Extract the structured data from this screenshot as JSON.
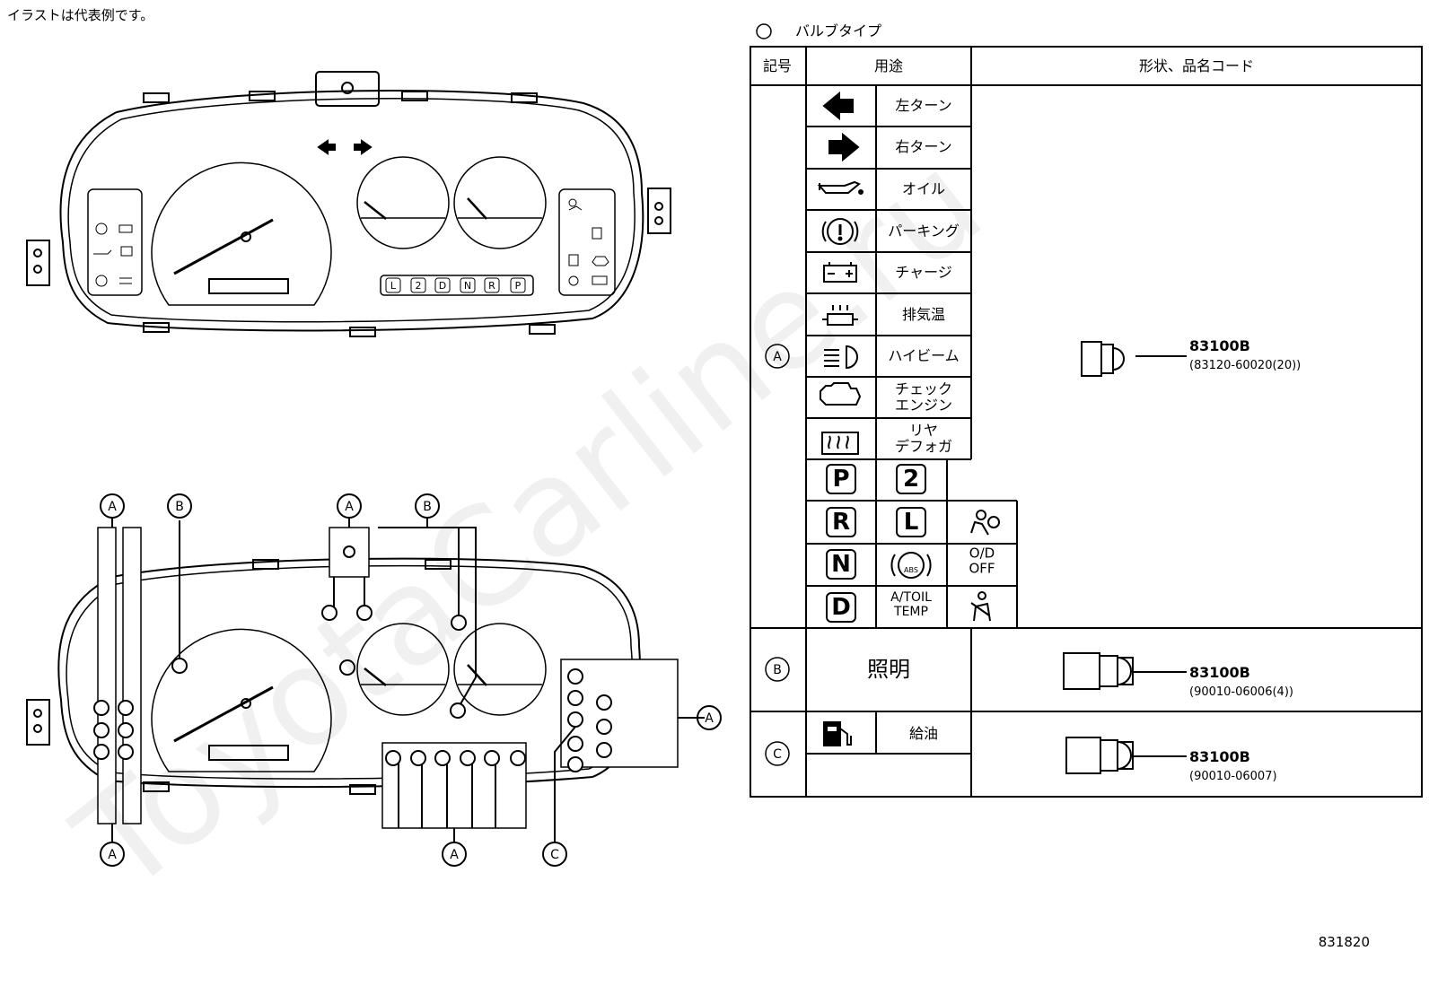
{
  "note": "イラストは代表例です。",
  "drawing_code": "831820",
  "watermark": "ToyotaCarline.ru",
  "legend": {
    "symbol": "○",
    "label": "バルブタイプ"
  },
  "table": {
    "headers": [
      "記号",
      "用途",
      "形状、品名コード"
    ],
    "rows": [
      {
        "mark": "A",
        "part_no": "83100B",
        "sub": "(83120-60020(20))"
      },
      {
        "mark": "B",
        "use": "照明",
        "part_no": "83100B",
        "sub": "(90010-06006(4))"
      },
      {
        "mark": "C",
        "part_no": "83100B",
        "sub": "(90010-06007)"
      }
    ],
    "uses_a": [
      {
        "icon": "left-arrow-icon",
        "label": "左ターン"
      },
      {
        "icon": "right-arrow-icon",
        "label": "右ターン"
      },
      {
        "icon": "oil-can-icon",
        "label": "オイル"
      },
      {
        "icon": "parking-brake-icon",
        "label": "パーキング"
      },
      {
        "icon": "battery-icon",
        "label": "チャージ"
      },
      {
        "icon": "exhaust-temp-icon",
        "label": "排気温"
      },
      {
        "icon": "high-beam-icon",
        "label": "ハイビーム"
      },
      {
        "icon": "check-engine-icon",
        "label": "チェック\nエンジン"
      },
      {
        "icon": "rear-defogger-icon",
        "label": "リヤ\nデフォガ"
      }
    ],
    "indicators": [
      "P",
      "2",
      "R",
      "L",
      "N",
      "ABS",
      "O/D\nOFF",
      "D",
      "A/TOIL\nTEMP"
    ],
    "use_c": {
      "icon": "fuel-pump-icon",
      "label": "給油"
    }
  },
  "cluster": {
    "gear_letters": [
      "L",
      "2",
      "D",
      "N",
      "R",
      "P"
    ],
    "callouts": [
      "A",
      "B",
      "A",
      "B",
      "A",
      "A",
      "A",
      "C"
    ]
  }
}
